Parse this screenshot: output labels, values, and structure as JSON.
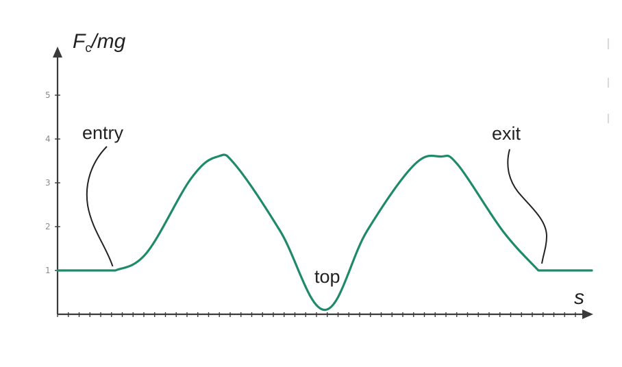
{
  "chart_data": {
    "type": "line",
    "ylabel_main": "F",
    "ylabel_sub": "c",
    "ylabel_rest": "/mg",
    "xlabel": "s",
    "yticks": [
      1,
      2,
      3,
      4,
      5
    ],
    "ylim": [
      0,
      6
    ],
    "xlim": [
      0,
      12
    ],
    "grid": false,
    "series": [
      {
        "color": "#1f8a6a",
        "x": [
          0.0,
          1.3,
          2.0,
          3.0,
          3.6,
          4.0,
          5.0,
          6.0,
          6.95,
          8.0,
          8.6,
          9.0,
          10.0,
          10.8,
          12.0
        ],
        "y": [
          1.0,
          1.0,
          1.4,
          3.1,
          3.6,
          3.4,
          1.9,
          0.1,
          1.9,
          3.4,
          3.6,
          3.4,
          1.9,
          1.0,
          1.0
        ]
      }
    ],
    "annotations": [
      {
        "text": "entry",
        "x": 1.3,
        "y": 1.0
      },
      {
        "text": "top",
        "x": 6.0,
        "y": 0.1
      },
      {
        "text": "exit",
        "x": 10.8,
        "y": 1.0
      }
    ]
  }
}
